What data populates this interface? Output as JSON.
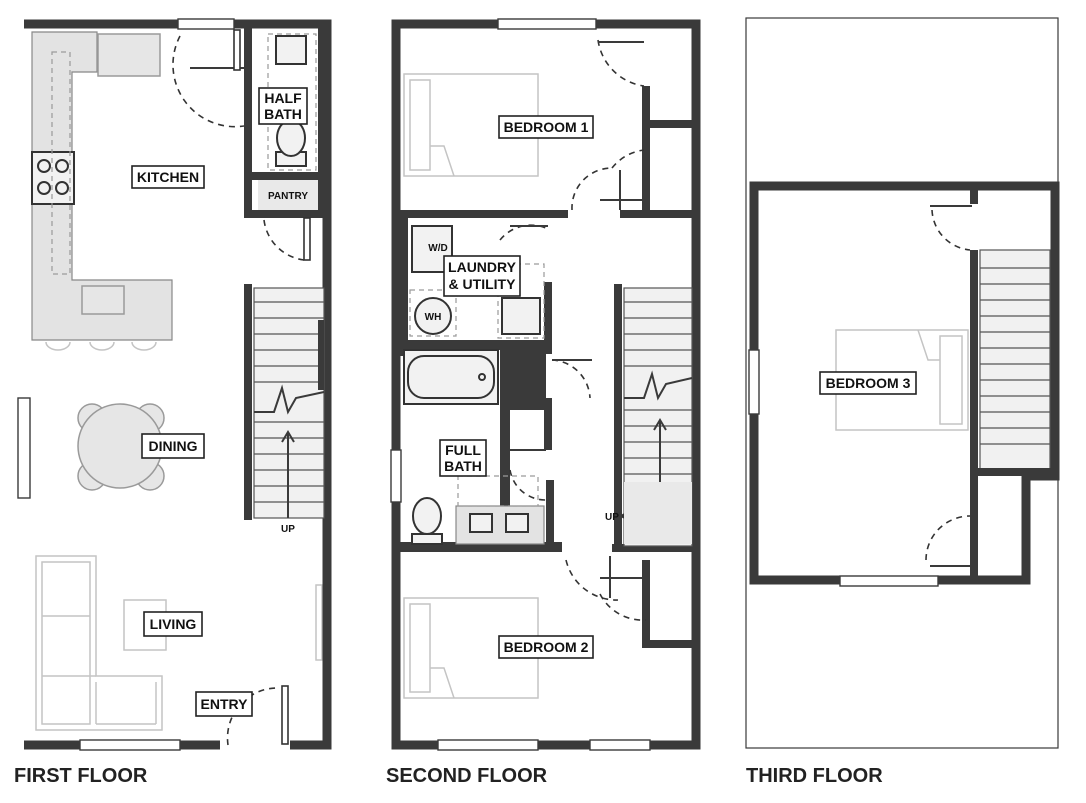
{
  "floors": [
    {
      "name": "FIRST FLOOR"
    },
    {
      "name": "SECOND FLOOR"
    },
    {
      "name": "THIRD FLOOR"
    }
  ],
  "rooms": {
    "kitchen": "KITCHEN",
    "half_bath_1": "HALF",
    "half_bath_2": "BATH",
    "pantry": "PANTRY",
    "dining": "DINING",
    "living": "LIVING",
    "entry": "ENTRY",
    "bedroom1": "BEDROOM 1",
    "bedroom2": "BEDROOM 2",
    "bedroom3": "BEDROOM 3",
    "laundry_1": "LAUNDRY",
    "laundry_2": "& UTILITY",
    "full_bath_1": "FULL",
    "full_bath_2": "BATH"
  },
  "appliances": {
    "washer_dryer": "W/D",
    "water_heater": "WH"
  },
  "stairs": {
    "up_first": "UP",
    "up_second": "UP"
  }
}
